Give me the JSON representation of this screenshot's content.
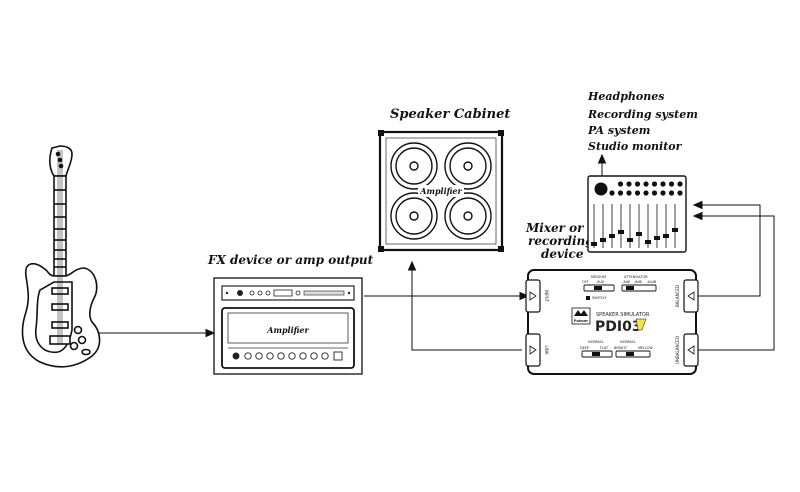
{
  "labels": {
    "fx": "FX device or amp output",
    "cabinet": "Speaker Cabinet",
    "mixer_line1": "Mixer or",
    "mixer_line2": "recording",
    "mixer_line3": "device",
    "dest_1": "Headphones",
    "dest_2": "Recording system",
    "dest_3": "PA system",
    "dest_4": "Studio monitor"
  },
  "amp": {
    "head_badge": "Amplifier",
    "cab_badge": "Amplifier"
  },
  "pdi": {
    "brand": "Palmer",
    "model": "PDI03",
    "subtitle": "SPEAKER SIMULATOR",
    "switch_label": "SWITCH",
    "top_labels": [
      "MEDIUM",
      "ATTENUATOR",
      "OFF",
      "AUX",
      "-3dB",
      "-6dB",
      "-10dB"
    ],
    "bottom_labels": [
      "NORMAL",
      "NORMAL",
      "DEEP",
      "FLAT",
      "BRIGHT",
      "MELLOW"
    ],
    "port_in": "INPUT",
    "port_out_top": "BALANCED",
    "port_link": "LINK",
    "port_out_bottom": "UNBALANCED"
  }
}
